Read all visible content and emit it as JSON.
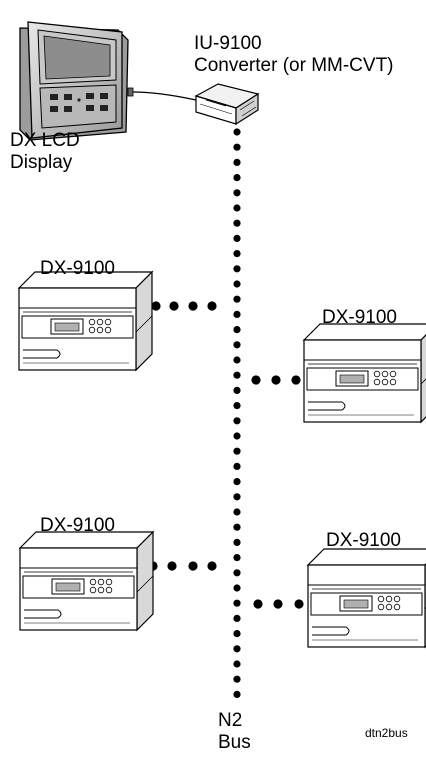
{
  "diagram": {
    "display_label_line1": "DX LCD",
    "display_label_line2": "Display",
    "converter_label_line1": "IU-9100",
    "converter_label_line2": "Converter (or MM-CVT)",
    "controllers": [
      {
        "label": "DX-9100"
      },
      {
        "label": "DX-9100"
      },
      {
        "label": "DX-9100"
      },
      {
        "label": "DX-9100"
      }
    ],
    "bus_label_line1": "N2",
    "bus_label_line2": "Bus",
    "figure_code": "dtn2bus"
  }
}
